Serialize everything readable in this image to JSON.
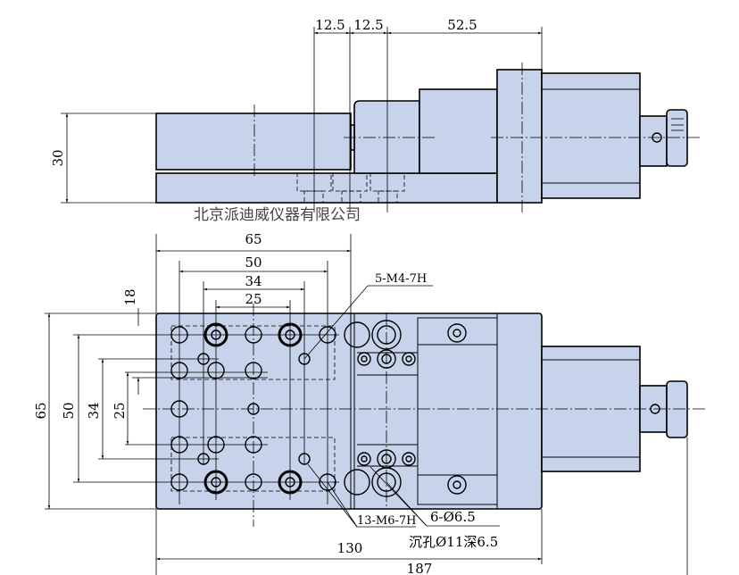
{
  "watermark": "北京派迪威仪器有限公司",
  "side_view": {
    "dims": {
      "d1": "12.5",
      "d2": "12.5",
      "d3": "52.5",
      "height": "30"
    }
  },
  "top_view": {
    "dims_horizontal": {
      "w65": "65",
      "w50": "50",
      "w34": "34",
      "w25": "25"
    },
    "dims_vertical": {
      "h65": "65",
      "h50": "50",
      "h34": "34",
      "h25": "25",
      "h18": "18"
    },
    "length_130": "130",
    "length_187": "187",
    "callouts": {
      "m4": "5-M4-7H",
      "m6": "13-M6-7H",
      "thru": "6-Ø6.5",
      "counterbore": "沉孔Ø11深6.5"
    }
  },
  "colors": {
    "body": "#c6d3ea",
    "line": "#000000"
  }
}
